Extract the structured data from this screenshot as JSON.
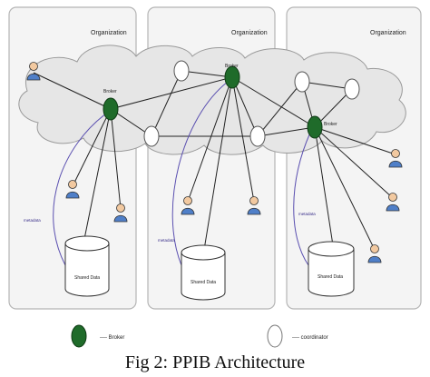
{
  "organizations": [
    {
      "title": "Organization"
    },
    {
      "title": "Organization"
    },
    {
      "title": "Organization"
    }
  ],
  "brokers": [
    {
      "label": "Broker"
    },
    {
      "label": "Broker"
    },
    {
      "label": "Broker"
    }
  ],
  "metadata_labels": [
    "metadata",
    "metadata",
    "metadata"
  ],
  "databases": [
    {
      "label": "Shared Data"
    },
    {
      "label": "Shared Data"
    },
    {
      "label": "Shared Data"
    }
  ],
  "legend": {
    "broker_label": "---- Broker",
    "coordinator_label": "---- coordinator"
  },
  "caption": "Fig 2: PPIB Architecture",
  "colors": {
    "broker": "#1f6b2a",
    "cloud": "#e9e9e9",
    "metadata_line": "#5a4fb0"
  }
}
